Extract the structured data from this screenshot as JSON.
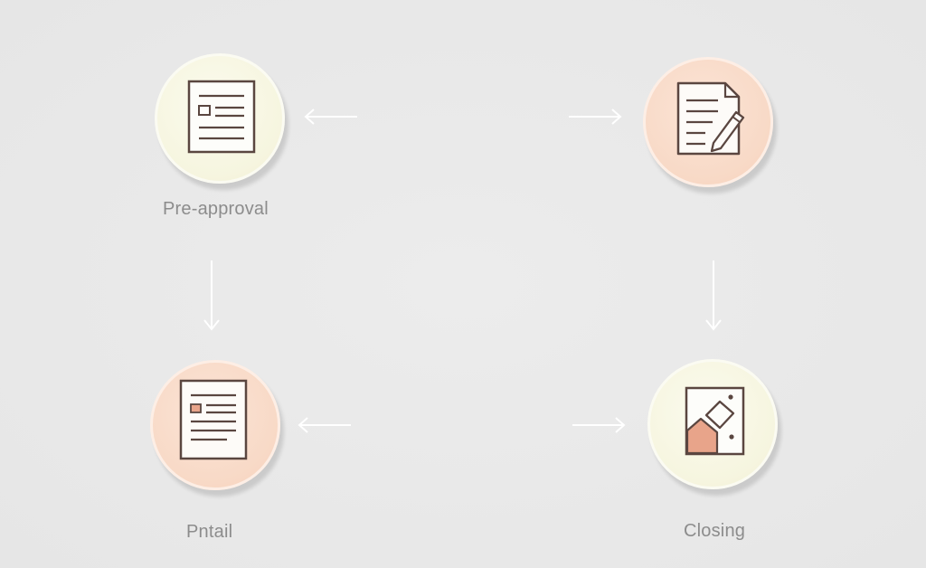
{
  "diagram": {
    "steps": [
      {
        "label": "Pre-approval",
        "icon": "document-icon"
      },
      {
        "label": "",
        "icon": "document-pen-icon"
      },
      {
        "label": "Pntail",
        "icon": "document-highlight-icon"
      },
      {
        "label": "Closing",
        "icon": "property-plan-icon"
      }
    ]
  },
  "colors": {
    "background": "#e9e9e9",
    "cream_circle": "#f6f5df",
    "peach_circle": "#f8d9c6",
    "icon_stroke": "#5a4640",
    "icon_accent": "#e8a48a",
    "label_text": "#8c8c8c",
    "arrow": "#ffffff"
  }
}
